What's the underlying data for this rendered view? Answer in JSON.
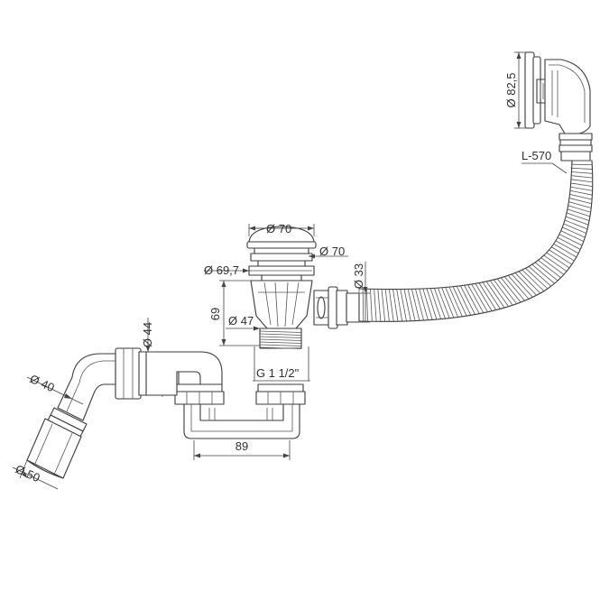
{
  "colors": {
    "line": "#3a3a3a",
    "background": "#ffffff"
  },
  "labels": {
    "overflow_diameter": "Ø 82,5",
    "hose_length": "L-570",
    "cap_diameter": "Ø 70",
    "drain_ring_diameter": "Ø 70",
    "flange_diameter": "Ø 69,7",
    "hose_outlet_diameter": "Ø 33",
    "height": "69",
    "thread_diameter": "Ø 47",
    "thread_size": "G 1 1/2\"",
    "trap_outlet_diameter": "Ø 44",
    "elbow_diameter": "Ø 40",
    "waste_pipe_diameter": "Ø 50",
    "trap_width": "89"
  }
}
